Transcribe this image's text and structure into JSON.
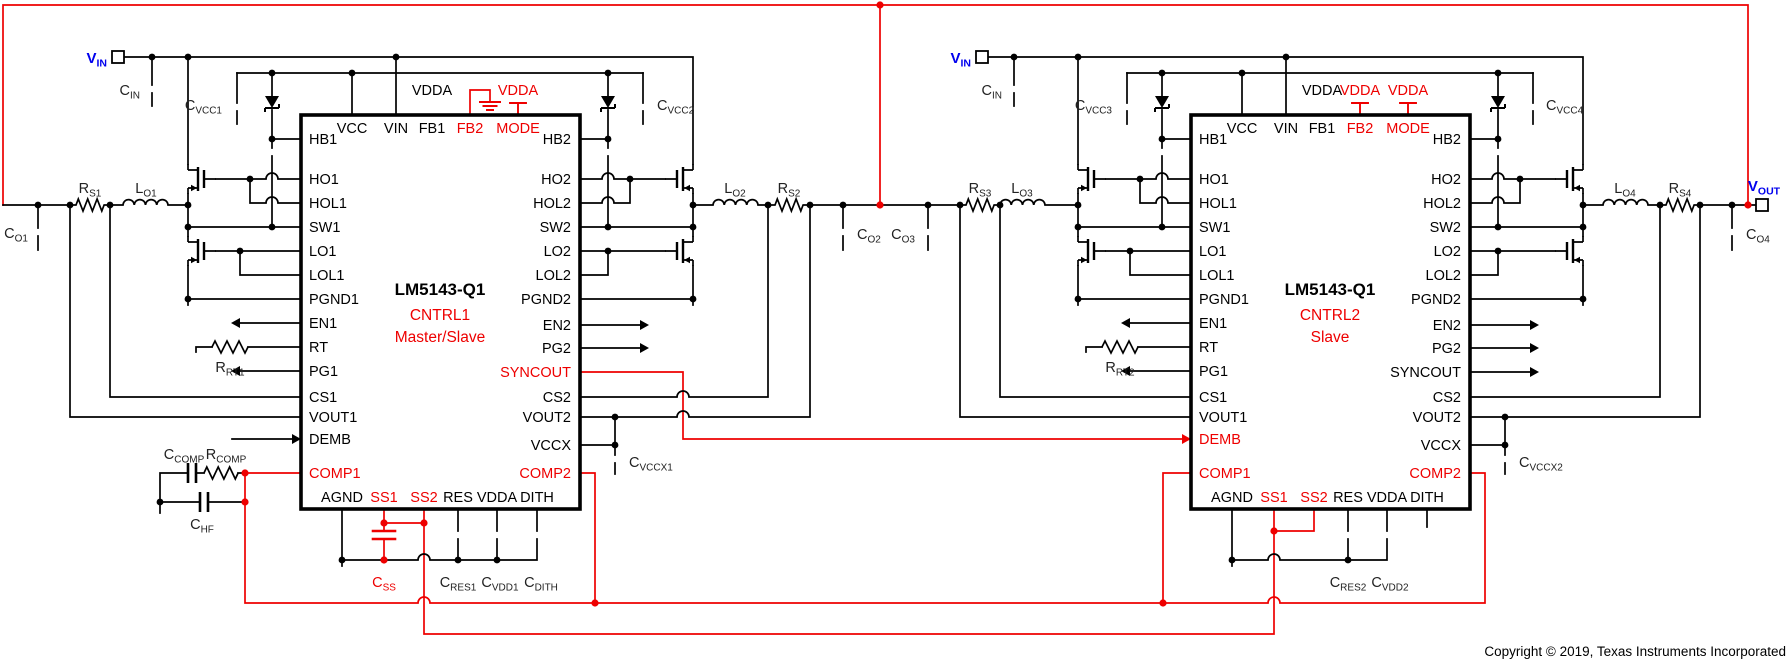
{
  "diagram": {
    "description": "LM5143-Q1 dual synchronous buck controller, two-IC four-phase application schematic",
    "copyright": "Copyright © 2019, Texas Instruments Incorporated",
    "colors": {
      "wire": "#000000",
      "highlight_net": "#EE0000",
      "terminal_label": "#0000EE",
      "background": "#FFFFFF"
    }
  },
  "terminals": {
    "vin": {
      "b": "V",
      "s": "IN"
    },
    "vout": {
      "b": "V",
      "s": "OUT"
    }
  },
  "supply_label": "VDDA",
  "ic1": {
    "part": "LM5143-Q1",
    "designator": "CNTRL1",
    "role": "Master/Slave",
    "pins_left": [
      "HB1",
      "HO1",
      "HOL1",
      "SW1",
      "LO1",
      "LOL1",
      "PGND1",
      "EN1",
      "RT",
      "PG1",
      "CS1",
      "VOUT1",
      "DEMB",
      "COMP1"
    ],
    "pins_top": [
      "VCC",
      "VIN",
      "FB1",
      "FB2",
      "MODE"
    ],
    "pins_right": [
      "HB2",
      "HO2",
      "HOL2",
      "SW2",
      "LO2",
      "LOL2",
      "PGND2",
      "EN2",
      "PG2",
      "SYNCOUT",
      "CS2",
      "VOUT2",
      "VCCX",
      "COMP2"
    ],
    "pins_bottom": [
      "AGND",
      "SS1",
      "SS2",
      "RES",
      "VDDA",
      "DITH"
    ]
  },
  "ic2": {
    "part": "LM5143-Q1",
    "designator": "CNTRL2",
    "role": "Slave",
    "pins_left": [
      "HB1",
      "HO1",
      "HOL1",
      "SW1",
      "LO1",
      "LOL1",
      "PGND1",
      "EN1",
      "RT",
      "PG1",
      "CS1",
      "VOUT1",
      "DEMB",
      "COMP1"
    ],
    "pins_top": [
      "VCC",
      "VIN",
      "FB1",
      "FB2",
      "MODE"
    ],
    "pins_right": [
      "HB2",
      "HO2",
      "HOL2",
      "SW2",
      "LO2",
      "LOL2",
      "PGND2",
      "EN2",
      "PG2",
      "SYNCOUT",
      "CS2",
      "VOUT2",
      "VCCX",
      "COMP2"
    ],
    "pins_bottom": [
      "AGND",
      "SS1",
      "SS2",
      "RES",
      "VDDA",
      "DITH"
    ]
  },
  "components": {
    "cin1": {
      "b": "C",
      "s": "IN"
    },
    "cvcc1": {
      "b": "C",
      "s": "VCC1"
    },
    "co1": {
      "b": "C",
      "s": "O1"
    },
    "rs1": {
      "b": "R",
      "s": "S1"
    },
    "lo1": {
      "b": "L",
      "s": "O1"
    },
    "rrt1": {
      "b": "R",
      "s": "RT1"
    },
    "ccomp": {
      "b": "C",
      "s": "COMP"
    },
    "rcomp": {
      "b": "R",
      "s": "COMP"
    },
    "chf": {
      "b": "C",
      "s": "HF"
    },
    "css": {
      "b": "C",
      "s": "SS"
    },
    "cres1": {
      "b": "C",
      "s": "RES1"
    },
    "cvdd1": {
      "b": "C",
      "s": "VDD1"
    },
    "cdith": {
      "b": "C",
      "s": "DITH"
    },
    "cvcc2": {
      "b": "C",
      "s": "VCC2"
    },
    "lo2": {
      "b": "L",
      "s": "O2"
    },
    "rs2": {
      "b": "R",
      "s": "S2"
    },
    "co2": {
      "b": "C",
      "s": "O2"
    },
    "co3": {
      "b": "C",
      "s": "O3"
    },
    "cvccx1": {
      "b": "C",
      "s": "VCCX1"
    },
    "cin2": {
      "b": "C",
      "s": "IN"
    },
    "cvcc3": {
      "b": "C",
      "s": "VCC3"
    },
    "rs3": {
      "b": "R",
      "s": "S3"
    },
    "lo3": {
      "b": "L",
      "s": "O3"
    },
    "rrt2": {
      "b": "R",
      "s": "RT2"
    },
    "cres2": {
      "b": "C",
      "s": "RES2"
    },
    "cvdd2": {
      "b": "C",
      "s": "VDD2"
    },
    "cvcc4": {
      "b": "C",
      "s": "VCC4"
    },
    "lo4": {
      "b": "L",
      "s": "O4"
    },
    "rs4": {
      "b": "R",
      "s": "S4"
    },
    "co4": {
      "b": "C",
      "s": "O4"
    },
    "cvccx2": {
      "b": "C",
      "s": "VCCX2"
    }
  }
}
